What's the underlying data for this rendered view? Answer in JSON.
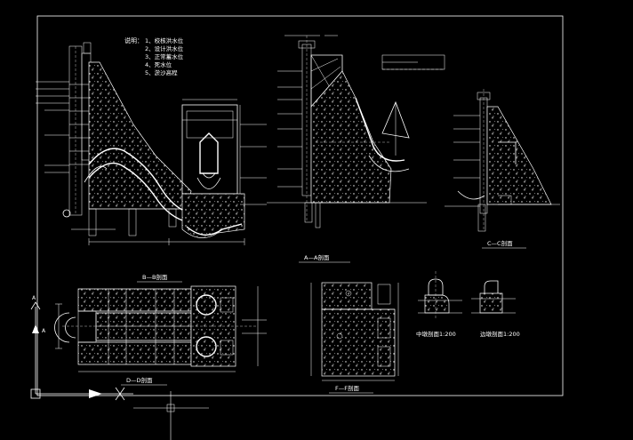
{
  "notes": {
    "heading": "说明：",
    "items": [
      "1、校核洪水位",
      "2、设计洪水位",
      "3、正常蓄水位",
      "4、死水位",
      "5、淤沙高程"
    ]
  },
  "sections": {
    "aa": "A—A剖面",
    "bb": "B—B剖面",
    "cc": "C—C剖面",
    "dd": "D—D剖面",
    "ff": "F—F剖面",
    "pier_mid": "中墩剖面1:200",
    "pier_side": "边墩剖面1:200"
  },
  "axis": {
    "north": "A",
    "arrow": "A"
  },
  "colors": {
    "background": "#000000",
    "line": "#ffffff"
  }
}
